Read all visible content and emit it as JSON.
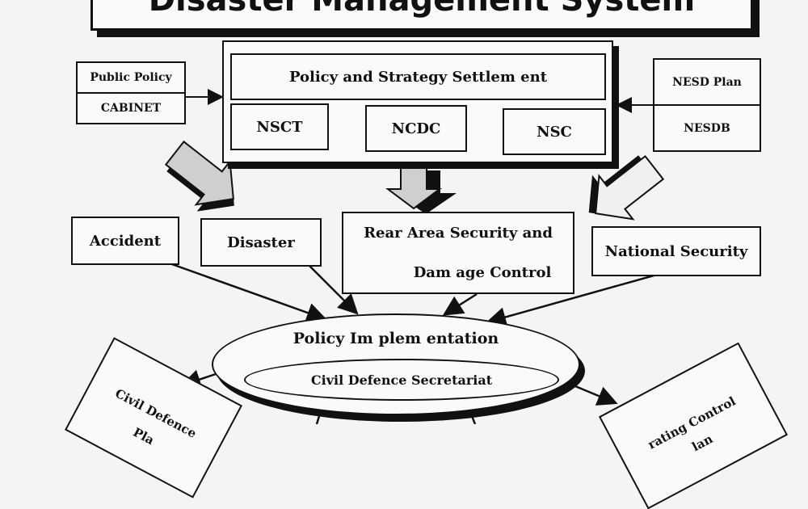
{
  "title": "Disaster Management System",
  "policy_settlement": {
    "header": "Policy and Strategy Settlem ent",
    "bodies": [
      "NSCT",
      "NCDC",
      "NSC"
    ]
  },
  "left_input": {
    "top": "Public Policy",
    "bottom": "CABINET"
  },
  "right_input": {
    "top": "NESD Plan",
    "bottom": "NESDB"
  },
  "areas": {
    "accident": "Accident",
    "disaster": "Disaster",
    "rear_area_line1": "Rear Area Security and",
    "rear_area_line2": "Dam age Control",
    "national_security": "National Security"
  },
  "implementation": {
    "outer": "Policy Im plem entation",
    "inner": "Civil Defence Secretariat"
  },
  "bottom_left": {
    "line1": "Civil Defence",
    "line2": "Pla"
  },
  "bottom_right": {
    "line1": "rating Control",
    "line2": "lan"
  }
}
